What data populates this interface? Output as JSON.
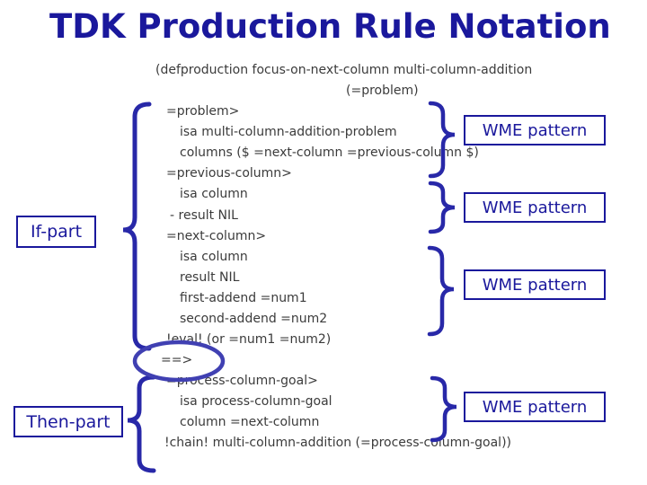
{
  "slide": {
    "title": "TDK Production Rule Notation",
    "colors": {
      "background": "#ffffff",
      "title_navy": "#1a189c",
      "box_border_navy": "#1a189c",
      "brace_blue": "#2828a8",
      "ellipse_blue": "#4040b2",
      "code_text": "#3b3b3b"
    }
  },
  "labels": {
    "if_part": "If-part",
    "then_part": "Then-part",
    "wme_boxes": [
      "WME pattern",
      "WME pattern",
      "WME pattern",
      "WME pattern"
    ]
  },
  "code": {
    "lines": [
      "(defproduction focus-on-next-column multi-column-addition",
      "(=problem)",
      "=problem>",
      "isa multi-column-addition-problem",
      "columns ($ =next-column =previous-column $)",
      "=previous-column>",
      "isa column",
      "- result NIL",
      "=next-column>",
      "isa column",
      "result NIL",
      "first-addend =num1",
      "second-addend =num2",
      "!eval! (or =num1 =num2)",
      "==>",
      "=process-column-goal>",
      "isa process-column-goal",
      "column =next-column",
      "!chain! multi-column-addition (=process-column-goal))"
    ]
  },
  "annotations": {
    "circled_separator": "==>",
    "if_brace": "left-curly-brace",
    "then_brace": "left-curly-brace",
    "wme_braces": "right-curly-braces"
  }
}
